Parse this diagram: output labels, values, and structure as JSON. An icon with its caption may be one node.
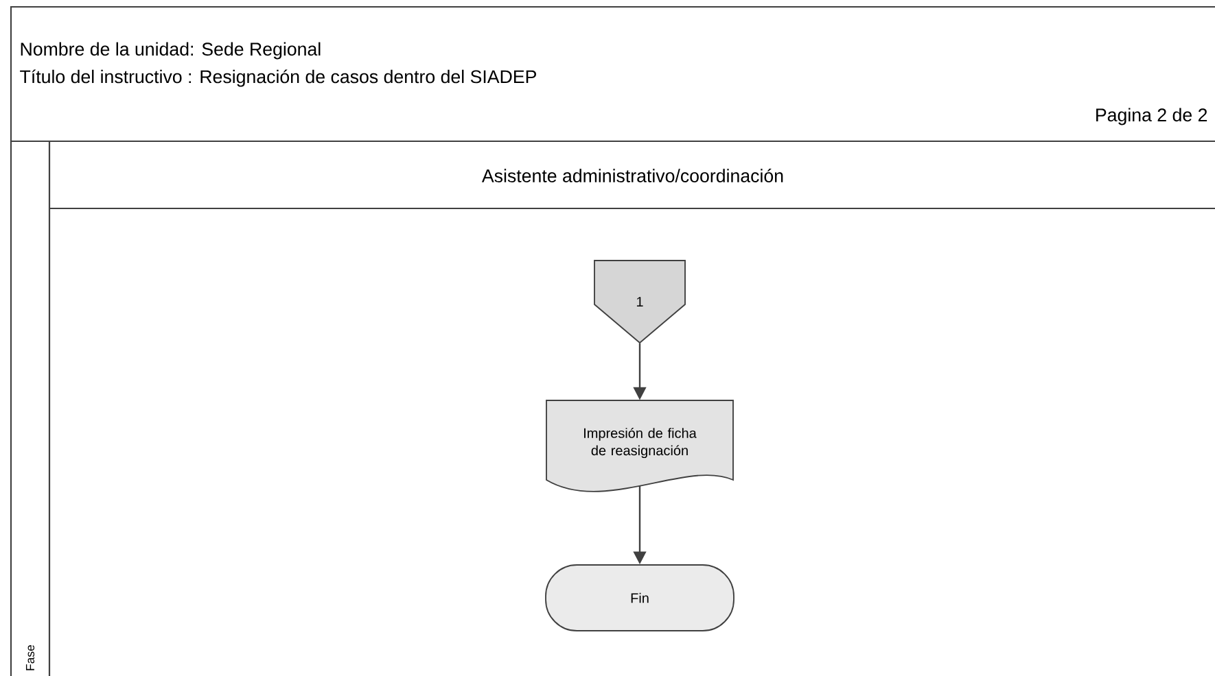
{
  "diagram": {
    "nodes": [
      {
        "text": [
          "Asistente administrativo/coordinación"
        ]
      },
      {
        "text": [
          "Fase"
        ]
      },
      {
        "text": [
          "1"
        ],
        "in": 0
      },
      {
        "text": [
          "Impresión de ficha de reasignación"
        ],
        "in": 0
      },
      {
        "text": [
          "Fin"
        ],
        "in": 0
      }
    ],
    "edges": [
      {
        "from": 2,
        "to": 3,
        "arrow": "to"
      },
      {
        "from": 3,
        "to": 4,
        "arrow": "to"
      }
    ],
    "labels": [
      "Nombre de la unidad: Sede Regional",
      "Título del instructivo :  Resignación de casos dentro del SIADEP",
      "Pagina  2  de  2"
    ]
  }
}
